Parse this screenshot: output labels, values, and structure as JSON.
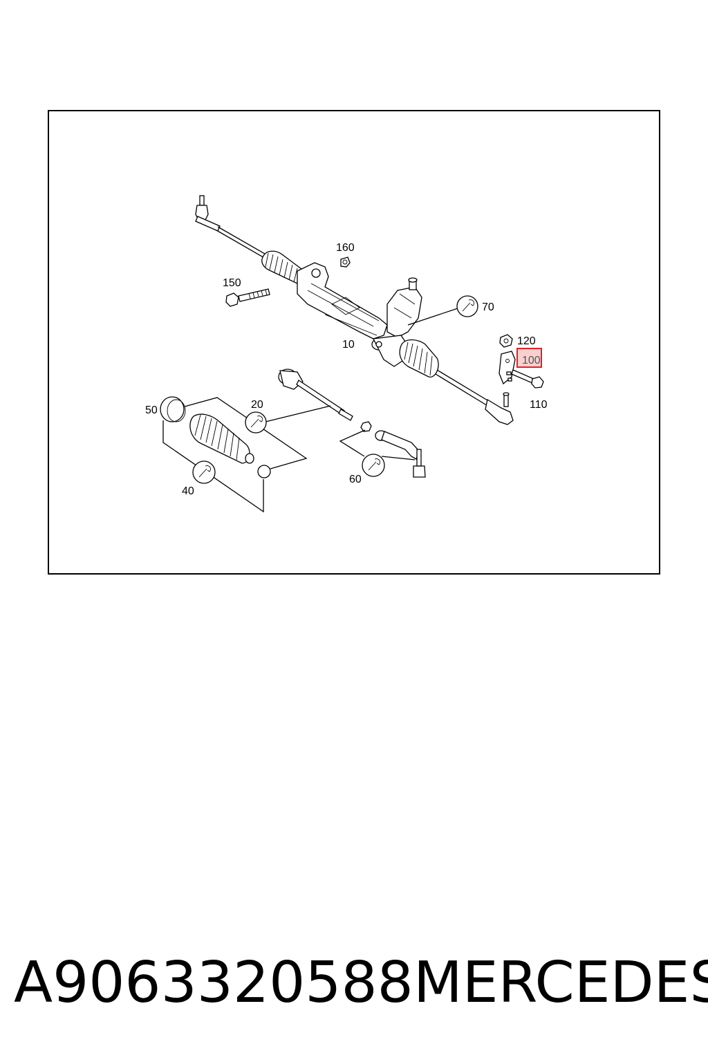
{
  "diagram": {
    "callouts": {
      "c10": "10",
      "c20": "20",
      "c40": "40",
      "c50": "50",
      "c60": "60",
      "c70": "70",
      "c100": "100",
      "c110": "110",
      "c120": "120",
      "c150": "150",
      "c160": "160"
    },
    "highlight_color": "#e0202a",
    "highlight_fill": "#f8d0d0"
  },
  "footer": {
    "part_number": "A9063320588",
    "brand": "MERCEDES"
  }
}
